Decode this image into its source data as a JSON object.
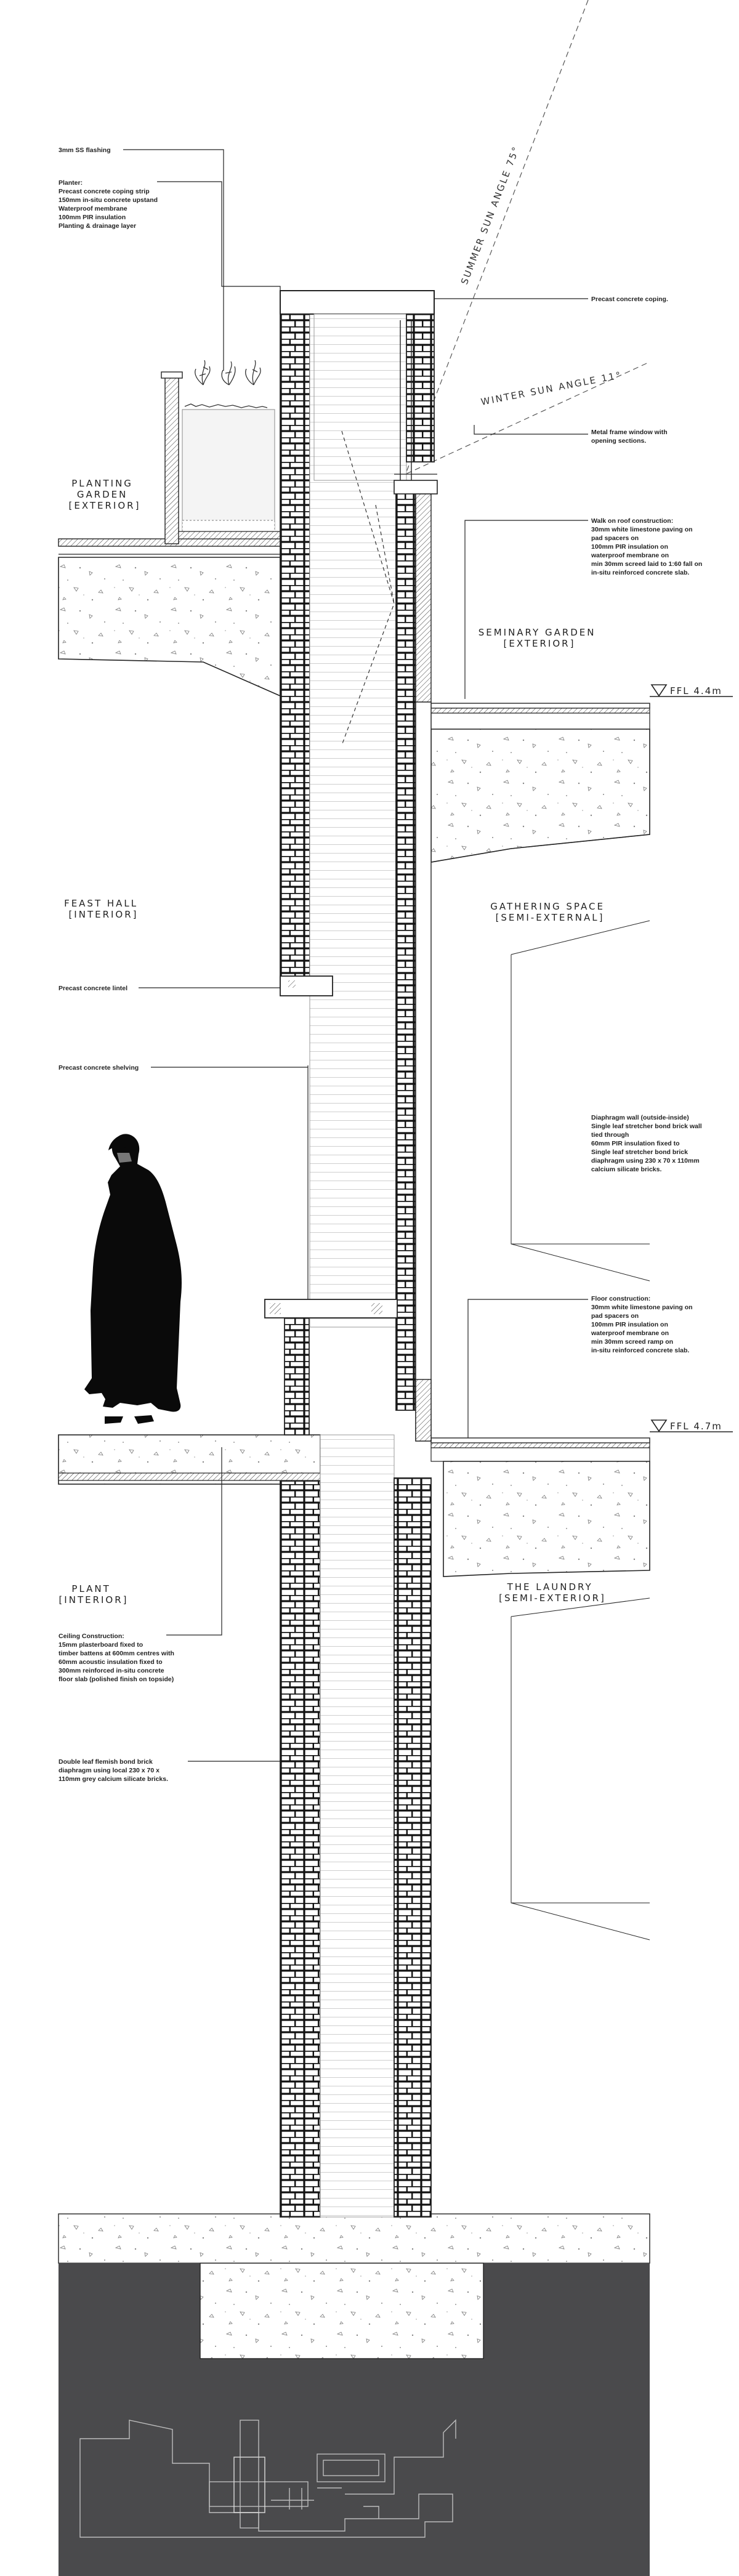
{
  "annotations": {
    "summer_sun": "SUMMER SUN ANGLE 75°",
    "winter_sun": "WINTER SUN ANGLE 11°"
  },
  "notes": {
    "flashing": [
      "3mm SS flashing"
    ],
    "planter": [
      "Planter:",
      "Precast concrete coping strip",
      "150mm in-situ concrete upstand",
      "Waterproof membrane",
      "100mm PIR insulation",
      "Planting & drainage layer"
    ],
    "coping": [
      "Precast concrete coping."
    ],
    "window": [
      "Metal frame window with",
      "opening sections."
    ],
    "roof": [
      "Walk on roof construction:",
      "30mm white limestone paving on",
      "pad spacers on",
      "100mm PIR insulation on",
      "waterproof membrane on",
      "min 30mm screed laid to 1:60 fall on",
      "in-situ reinforced concrete slab."
    ],
    "lintel": [
      "Precast concrete lintel"
    ],
    "shelving": [
      "Precast concrete shelving"
    ],
    "diaphragm": [
      "Diaphragm wall (outside-inside)",
      "Single leaf stretcher bond brick wall",
      "tied through",
      "60mm PIR insulation fixed to",
      "Single leaf stretcher bond brick",
      "diaphragm using 230 x 70 x 110mm",
      "calcium silicate bricks."
    ],
    "floor": [
      "Floor construction:",
      "30mm white limestone paving on",
      "pad spacers on",
      "100mm PIR insulation on",
      "waterproof membrane on",
      "min 30mm screed ramp on",
      "in-situ reinforced concrete slab."
    ],
    "ceiling": [
      "Ceiling Construction:",
      "15mm plasterboard fixed to",
      "timber battens at 600mm centres with",
      "60mm acoustic insulation fixed to",
      "300mm reinforced in-situ concrete",
      "floor slab (polished finish on topside)"
    ],
    "flemish": [
      "Double leaf flemish bond brick",
      "diaphragm using local 230 x 70 x",
      "110mm grey calcium silicate bricks."
    ]
  },
  "rooms": {
    "planting_garden": [
      "PLANTING",
      "GARDEN",
      "[EXTERIOR]"
    ],
    "seminary_garden": [
      "SEMINARY GARDEN",
      "[EXTERIOR]"
    ],
    "feast_hall": [
      "FEAST HALL",
      "[INTERIOR]"
    ],
    "gathering_space": [
      "GATHERING SPACE",
      "[SEMI-EXTERNAL]"
    ],
    "plant": [
      "PLANT",
      "[INTERIOR]"
    ],
    "the_laundry": [
      "THE LAUNDRY",
      "[SEMI-EXTERIOR]"
    ]
  },
  "levels": {
    "ffl_upper": "FFL 4.4m",
    "ffl_lower": "FFL 4.7m"
  },
  "colors": {
    "ink": "#222222",
    "ground_fill": "#ffffff",
    "foundation_dark": "#4a4a4c",
    "key_plan_line": "#bdbdbd",
    "sun_line": "#555555"
  }
}
